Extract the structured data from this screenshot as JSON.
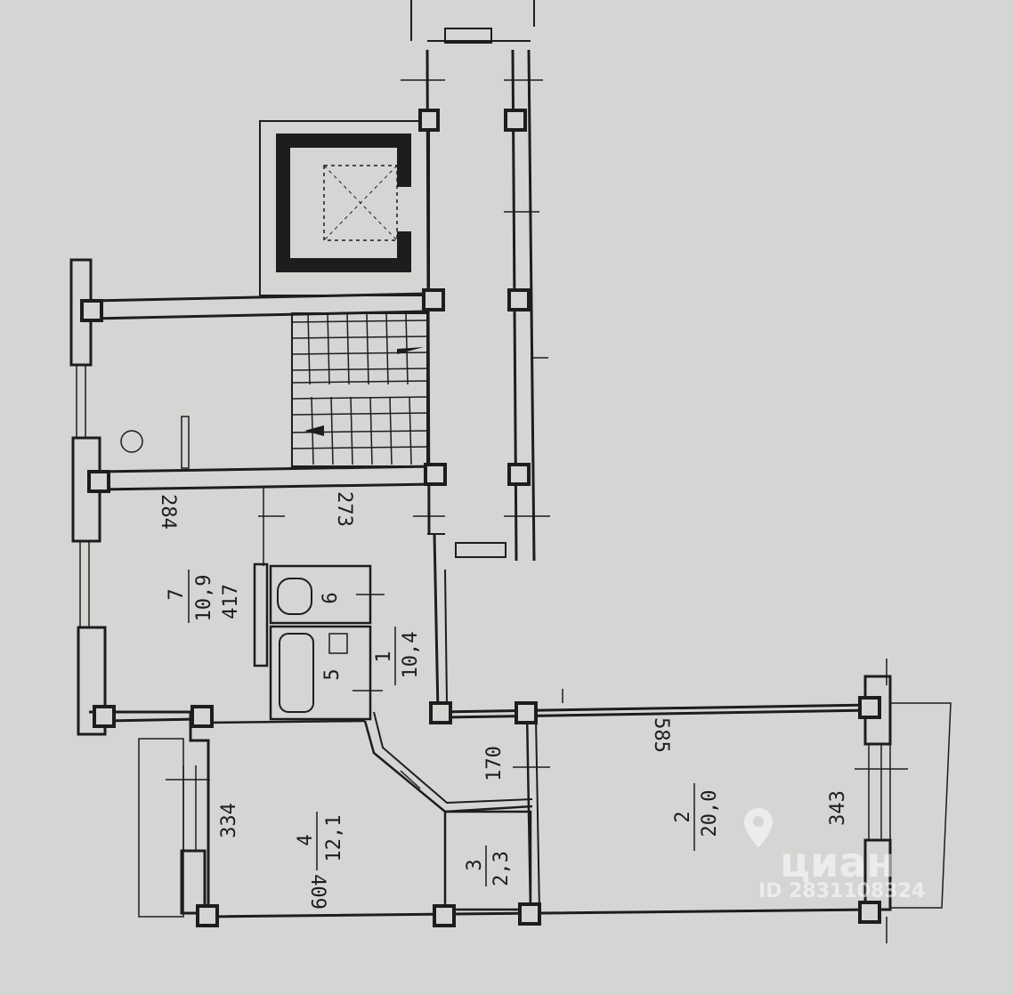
{
  "rooms": [
    {
      "number": "1",
      "area": "10,4"
    },
    {
      "number": "2",
      "area": "20,0"
    },
    {
      "number": "3",
      "area": "2,3"
    },
    {
      "number": "4",
      "area": "12,1"
    },
    {
      "number": "5"
    },
    {
      "number": "6"
    },
    {
      "number": "7",
      "area": "10,9"
    }
  ],
  "dimensions": [
    "417",
    "284",
    "273",
    "585",
    "170",
    "343",
    "334",
    "409"
  ],
  "watermark": {
    "brand": "циан",
    "id": "ID 2831108324"
  },
  "colors": {
    "paper": "#d6d5d3",
    "line": "#1d1d1d",
    "watermark": "#ffffff"
  }
}
